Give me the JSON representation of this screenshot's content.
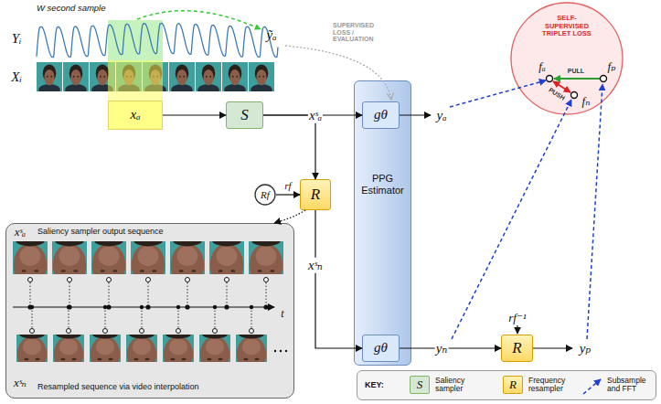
{
  "diagram": {
    "nodes": [
      {
        "text": [
          "xₐ"
        ]
      },
      {
        "text": [
          "S"
        ]
      },
      {
        "text": [
          "PPG Estimator"
        ]
      },
      {
        "text": [
          "gθ"
        ],
        "in": 2
      },
      {
        "text": [
          "gθ"
        ],
        "in": 2
      },
      {
        "text": [
          "SELF-SUPERVISED TRIPLET LOSS"
        ]
      },
      {
        "text": [
          "Rf"
        ]
      },
      {
        "text": [
          "R"
        ]
      },
      {
        "text": [
          "Saliency sampler output sequence",
          "Resampled sequence via video interpolation"
        ]
      },
      {
        "text": [
          "R"
        ]
      },
      {
        "text": [
          "KEY:"
        ]
      },
      {
        "text": [
          "S"
        ],
        "in": 10
      },
      {
        "text": [
          "R"
        ],
        "in": 10
      }
    ],
    "edges": [
      {
        "from": 0,
        "to": 1,
        "arrow": "to"
      },
      {
        "from": 1,
        "to": 3,
        "label": "xˢₐ",
        "arrow": "to"
      },
      {
        "from": 1,
        "to": 7,
        "arrow": "to"
      },
      {
        "from": 6,
        "to": 7,
        "label": "rf",
        "arrow": "to"
      },
      {
        "from": 7,
        "to": 4,
        "label": "xˢₙ",
        "arrow": "to"
      },
      {
        "from": 7,
        "to": 8,
        "arrow": "to"
      },
      {
        "from": 4,
        "to": 9,
        "label": "yₙ",
        "arrow": "to"
      }
    ],
    "labels": [
      "W second sample",
      "Yᵢ",
      "Xᵢ",
      "ỹₐ",
      "SUPERVISED LOSS / EVALUATION",
      "yₐ",
      "rf⁻¹",
      "yₚ",
      "fₐ",
      "fₚ",
      "fₙ",
      "PULL",
      "PUSH",
      "xˢₐ",
      "xˢₙ",
      "t",
      "Saliency sampler",
      "Frequency resampler",
      "Subsample and FFT"
    ]
  }
}
